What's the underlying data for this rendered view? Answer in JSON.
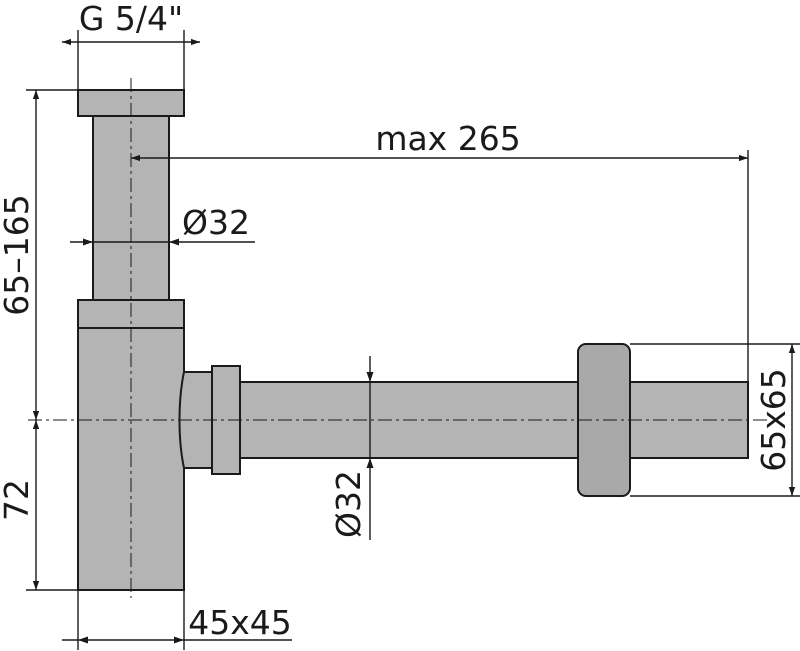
{
  "dimensions": {
    "thread": "G 5/4\"",
    "max_reach": "max 265",
    "upper_pipe_diameter": "Ø32",
    "height_range": "65–165",
    "lower_height": "72",
    "body_square": "45x45",
    "outlet_diameter": "Ø32",
    "rosette_size": "65x65"
  },
  "colors": {
    "pipe_fill": "#b4b4b4",
    "outline": "#1a1a1a"
  }
}
